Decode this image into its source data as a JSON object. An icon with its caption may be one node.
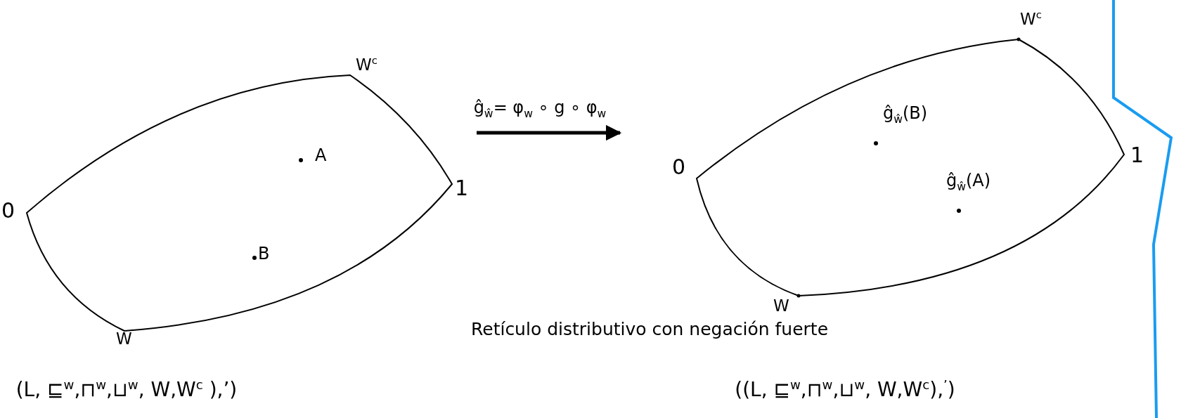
{
  "diagram": {
    "nodes": [
      {
        "text": [],
        "shape": "lens",
        "beside": [
          "W$^{c}$",
          "0",
          "1",
          "W"
        ]
      },
      {
        "text": [],
        "shape": "lens",
        "beside": [
          "W$^{c}$",
          "0",
          "1",
          "W"
        ]
      }
    ],
    "edges": [
      {
        "from": 0,
        "to": 1,
        "arrow": "to",
        "label": "ĝ$_{ŵ}$= φ$_{w}$ ∘ g ∘ φ$_{w}$"
      }
    ],
    "labels": [
      "A",
      "B",
      "ĝ$_{ŵ}$(B)",
      "ĝ$_{ŵ}$(A)",
      "Retículo distributivo con negación fuerte",
      "(L, ⊑$^{w}$,⊓$^{w}$,⊔$^{w}$, W,W$^{c}$ ),’)",
      "((L, ⊑$^{w}$,⊓$^{w}$,⊔$^{w}$, W,W$^{c}$),$^{’}$)"
    ]
  }
}
